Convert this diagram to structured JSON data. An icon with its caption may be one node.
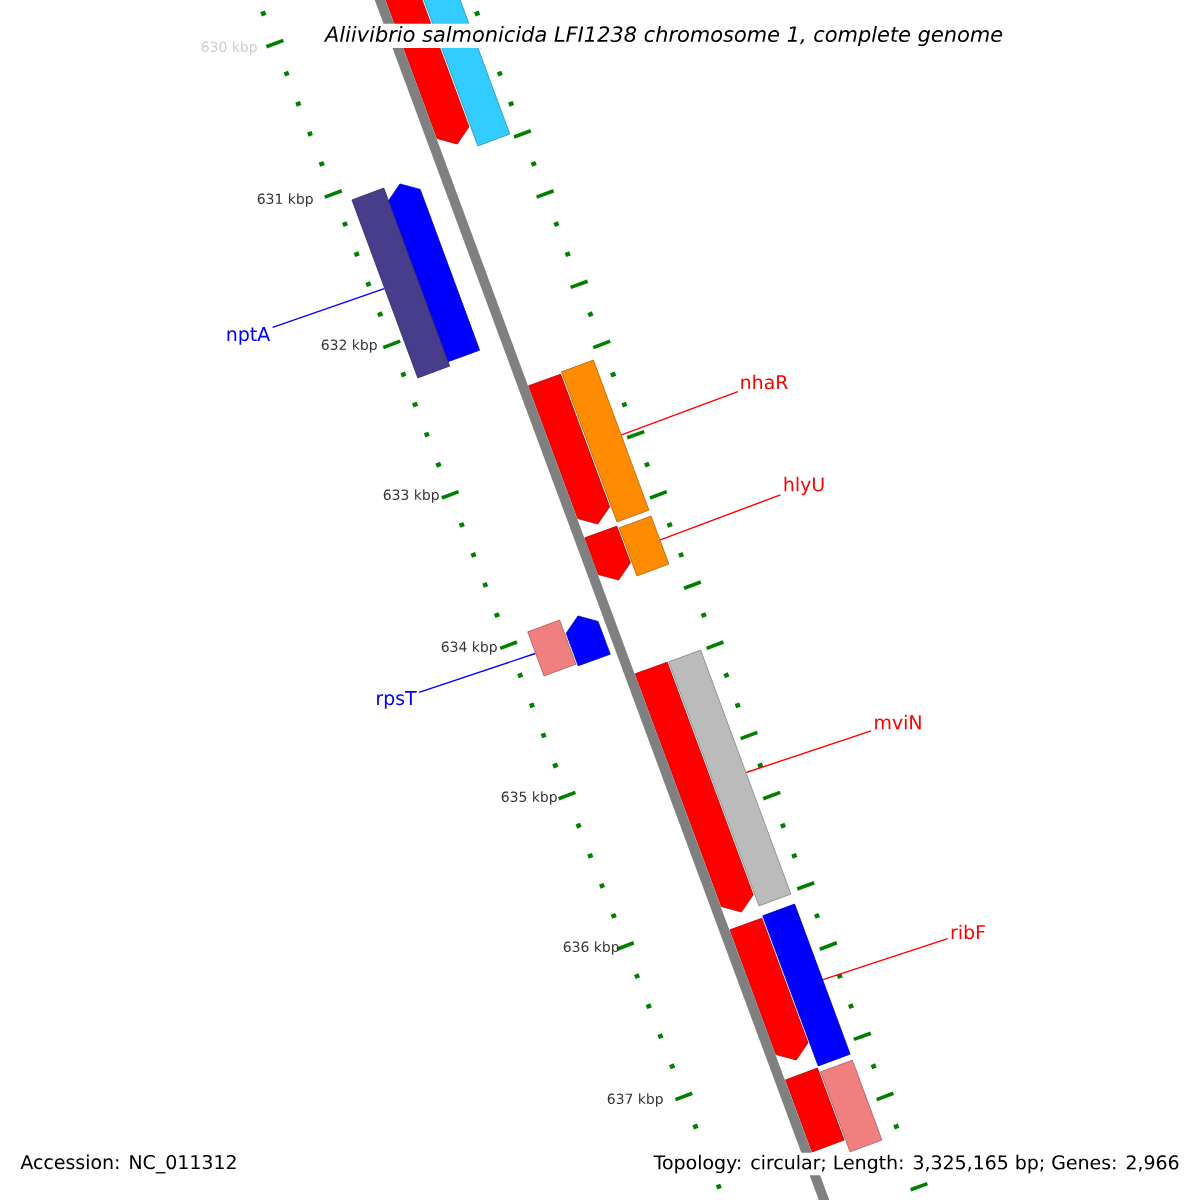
{
  "diagram": {
    "title": "Aliivibrio salmonicida LFI1238 chromosome 1, complete genome",
    "nodes": [
      {
        "text": [
          "nptA"
        ]
      },
      {
        "text": [
          "nhaR"
        ]
      },
      {
        "text": [
          "hlyU"
        ]
      },
      {
        "text": [
          "rpsT"
        ]
      },
      {
        "text": [
          "mviN"
        ]
      },
      {
        "text": [
          "ribF"
        ]
      },
      {
        "text": [],
        "shape": "bar"
      },
      {
        "text": [],
        "shape": "bar"
      },
      {
        "text": [],
        "shape": "bar"
      },
      {
        "text": [],
        "shape": "bar"
      },
      {
        "text": [],
        "shape": "bar"
      },
      {
        "text": [],
        "shape": "bar"
      },
      {
        "text": [],
        "shape": "bar"
      },
      {
        "text": [],
        "shape": "bar"
      },
      {
        "text": [],
        "shape": "bar"
      },
      {
        "text": [],
        "shape": "bar"
      },
      {
        "text": [],
        "shape": "bar"
      },
      {
        "text": [],
        "shape": "bar"
      },
      {
        "text": [],
        "shape": "bar"
      },
      {
        "text": [],
        "shape": "bar"
      },
      {
        "text": [],
        "shape": "bar"
      },
      {
        "text": [],
        "shape": "bar"
      }
    ],
    "edges": [
      {
        "from": 0,
        "to": 9,
        "arrow": "none",
        "color": "#0000ff"
      },
      {
        "from": 1,
        "to": 10,
        "arrow": "none"
      },
      {
        "from": 2,
        "to": 12,
        "arrow": "none"
      },
      {
        "from": 3,
        "to": 15,
        "arrow": "none",
        "color": "#0000ff"
      },
      {
        "from": 4,
        "to": 16,
        "arrow": "none"
      },
      {
        "from": 5,
        "to": 18,
        "arrow": "none"
      }
    ],
    "labels": [
      "630 kbp",
      "631 kbp",
      "632 kbp",
      "633 kbp",
      "634 kbp",
      "635 kbp",
      "636 kbp",
      "637 kbp",
      "Accession: NC_011312",
      "Topology: circular; Length: 3,325,165 bp; Genes: 2,966"
    ]
  }
}
